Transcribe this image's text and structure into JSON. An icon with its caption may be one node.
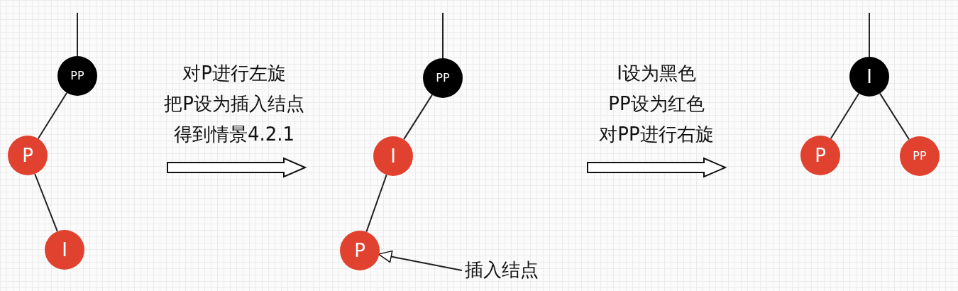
{
  "diagram": {
    "nodes": [
      {
        "text": [
          "PP"
        ]
      },
      {
        "text": [
          "P"
        ]
      },
      {
        "text": [
          "I"
        ]
      },
      {
        "text": [
          "PP"
        ]
      },
      {
        "text": [
          "I"
        ]
      },
      {
        "text": [
          "P"
        ]
      },
      {
        "text": [
          "I"
        ]
      },
      {
        "text": [
          "P"
        ]
      },
      {
        "text": [
          "PP"
        ]
      },
      {
        "text": [
          "插入结点"
        ]
      }
    ],
    "edges": [
      {
        "from": null,
        "to": 0,
        "arrow": "none"
      },
      {
        "from": 0,
        "to": 1,
        "arrow": "none"
      },
      {
        "from": 1,
        "to": 2,
        "arrow": "none"
      },
      {
        "from": null,
        "to": 3,
        "arrow": "none"
      },
      {
        "from": 3,
        "to": 4,
        "arrow": "none"
      },
      {
        "from": 4,
        "to": 5,
        "arrow": "none"
      },
      {
        "from": null,
        "to": 6,
        "arrow": "none"
      },
      {
        "from": 6,
        "to": 7,
        "arrow": "none"
      },
      {
        "from": 6,
        "to": 8,
        "arrow": "none"
      },
      {
        "from": 9,
        "to": 5,
        "arrow": "to"
      }
    ],
    "labels": [
      "对P进行左旋",
      "把P设为插入结点",
      "得到情景4.2.1",
      "I设为黑色",
      "PP设为红色",
      "对PP进行右旋"
    ]
  }
}
